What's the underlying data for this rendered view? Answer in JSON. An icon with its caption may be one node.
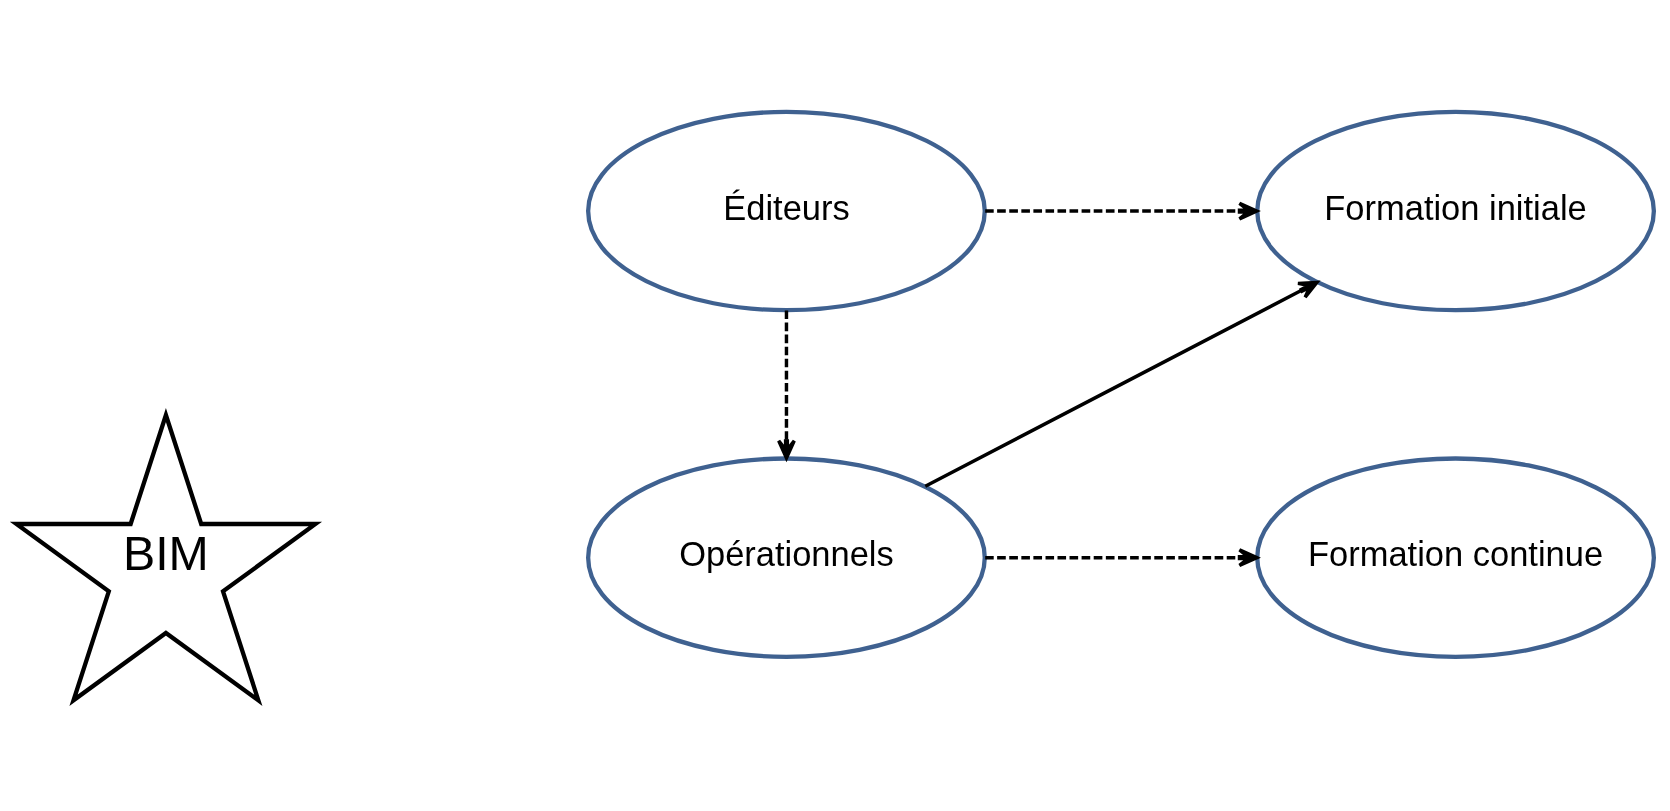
{
  "diagram": {
    "nodes": [
      {
        "text": [
          "BIM"
        ]
      },
      {
        "text": [
          "Opérationnels"
        ]
      },
      {
        "text": [
          "Formation initiale"
        ]
      },
      {
        "text": [
          "Éditeurs"
        ]
      },
      {
        "text": [
          "Formation continue"
        ]
      }
    ],
    "edges": [
      {
        "from": 1,
        "to": 2,
        "arrow": "to"
      },
      {
        "from": 3,
        "to": 1,
        "arrow": "to",
        "style": "dashed"
      },
      {
        "from": 3,
        "to": 2,
        "arrow": "to",
        "style": "dashed"
      },
      {
        "from": 1,
        "to": 4,
        "arrow": "to",
        "style": "dashed"
      }
    ]
  }
}
